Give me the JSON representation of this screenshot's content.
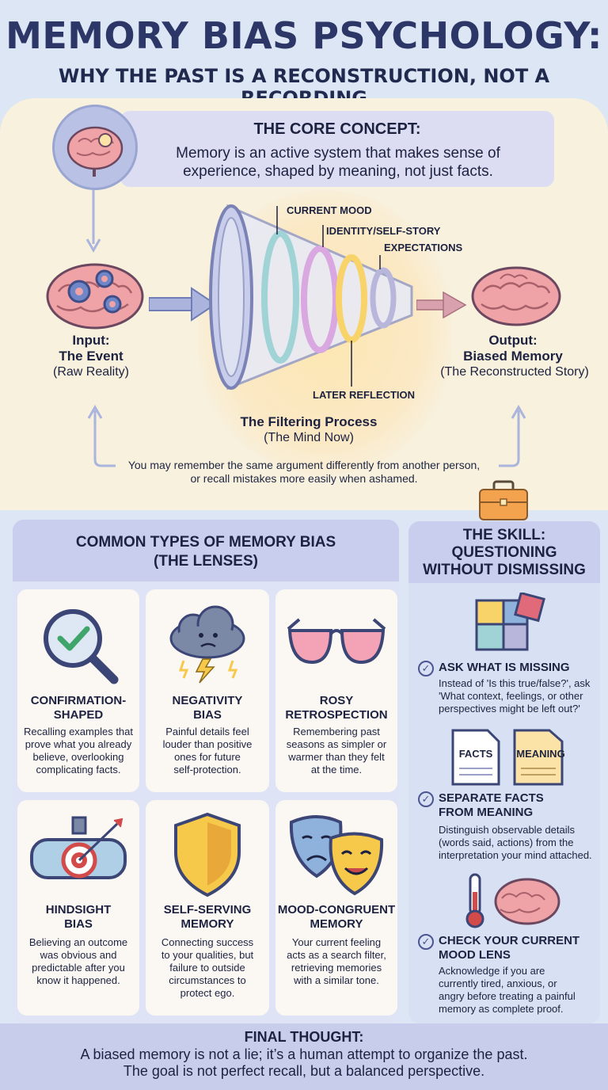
{
  "header": {
    "title": "MEMORY BIAS PSYCHOLOGY:",
    "subtitle": "WHY THE PAST IS A RECONSTRUCTION, NOT A RECORDING"
  },
  "core": {
    "heading": "THE CORE CONCEPT:",
    "text": "Memory is an active system that makes sense of experience, shaped by meaning, not just facts."
  },
  "flow": {
    "input_title": "Input:",
    "input_name": "The Event",
    "input_sub": "(Raw Reality)",
    "process_name": "The Filtering Process",
    "process_sub": "(The Mind Now)",
    "output_title": "Output:",
    "output_name": "Biased Memory",
    "output_sub": "(The Reconstructed Story)",
    "filters": {
      "mood": "CURRENT MOOD",
      "identity": "IDENTITY/SELF-STORY",
      "expectations": "EXPECTATIONS",
      "reflection": "LATER REFLECTION"
    },
    "example_line1": "You may remember the same argument differently from another person,",
    "example_line2": "or recall mistakes more easily when ashamed."
  },
  "types": {
    "title_line1": "COMMON TYPES OF MEMORY BIAS",
    "title_line2": "(THE LENSES)",
    "cards": [
      {
        "title1": "CONFIRMATION-",
        "title2": "SHAPED",
        "text": [
          "Recalling examples that",
          "prove what you already",
          "believe, overlooking",
          "complicating facts."
        ]
      },
      {
        "title1": "NEGATIVITY",
        "title2": "BIAS",
        "text": [
          "Painful details feel",
          "louder than positive",
          "ones for future",
          "self-protection."
        ]
      },
      {
        "title1": "ROSY",
        "title2": "RETROSPECTION",
        "text": [
          "Remembering past",
          "seasons as simpler or",
          "warmer than they felt",
          "at the time."
        ]
      },
      {
        "title1": "HINDSIGHT",
        "title2": "BIAS",
        "text": [
          "Believing an outcome",
          "was obvious and",
          "predictable after you",
          "know it happened."
        ]
      },
      {
        "title1": "SELF-SERVING",
        "title2": "MEMORY",
        "text": [
          "Connecting success",
          "to your qualities, but",
          "failure to outside",
          "circumstances to",
          "protect ego."
        ]
      },
      {
        "title1": "MOOD-CONGRUENT",
        "title2": "MEMORY",
        "text": [
          "Your current feeling",
          "acts as a search filter,",
          "retrieving memories",
          "with a similar tone."
        ]
      }
    ]
  },
  "skill": {
    "title1": "THE SKILL:",
    "title2": "QUESTIONING",
    "title3": "WITHOUT DISMISSING",
    "items": [
      {
        "h1": "ASK WHAT IS MISSING",
        "h2": "",
        "text": [
          "Instead of 'Is this true/false?', ask",
          "'What context, feelings, or other",
          "perspectives might be left out?'"
        ]
      },
      {
        "h1": "SEPARATE FACTS",
        "h2": "FROM MEANING",
        "text": [
          "Distinguish observable details",
          "(words said, actions) from the",
          "interpretation your mind attached."
        ]
      },
      {
        "h1": "CHECK YOUR CURRENT",
        "h2": "MOOD LENS",
        "text": [
          "Acknowledge if you are",
          "currently tired, anxious, or",
          "angry before treating a painful",
          "memory as complete proof."
        ]
      }
    ],
    "doc_facts": "FACTS",
    "doc_meaning": "MEANING"
  },
  "final": {
    "title": "FINAL THOUGHT:",
    "line1": "A biased memory is not a lie; it’s a human attempt to organize the past.",
    "line2": "The goal is not perfect recall, but a balanced perspective."
  },
  "colors": {
    "title": "#2c3768",
    "brain": "#f0a3a6",
    "lens_mood": "#9fd3d6",
    "lens_identity": "#d9a8e0",
    "lens_expect": "#f7d36a",
    "lens_reflect": "#b9b6dc",
    "arrow": "#aab4dc"
  }
}
